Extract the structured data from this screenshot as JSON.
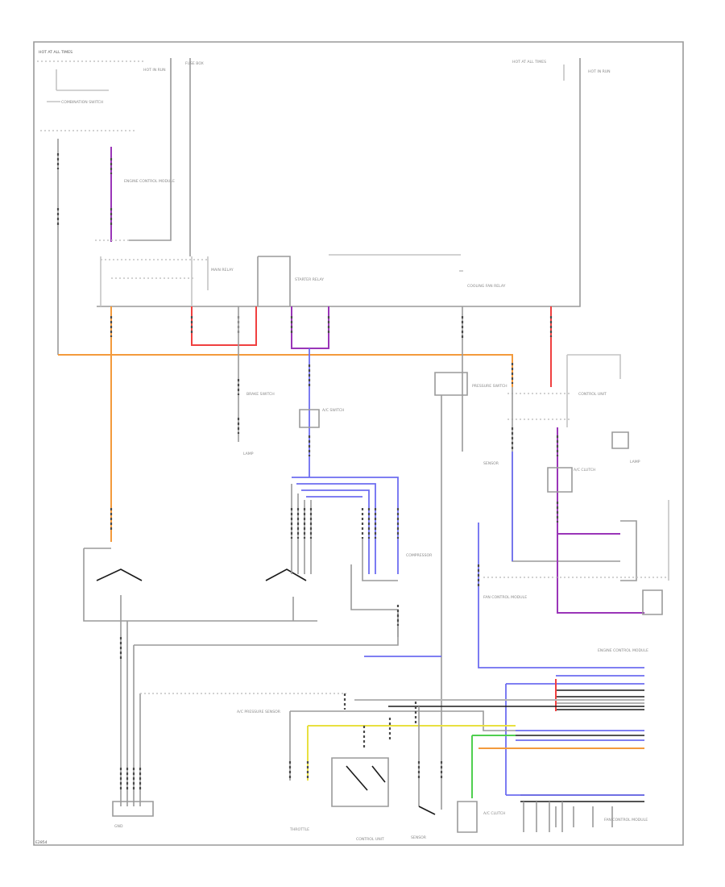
{
  "figure_code": "E2854",
  "labels": {
    "hot_header": "HOT AT ALL TIMES",
    "hot_run_left": "HOT IN RUN",
    "hot_run_right": "HOT AT ALL TIMES",
    "fuse_box": "FUSE BOX",
    "combination_switch": "COMBINATION SWITCH",
    "ecm_left": "ENGINE CONTROL MODULE",
    "main_relay": "MAIN RELAY",
    "starter_relay": "STARTER RELAY",
    "cooling_fan_relay": "COOLING FAN RELAY",
    "brake_switch": "BRAKE SWITCH",
    "lamp_left": "LAMP",
    "lamp_right": "LAMP",
    "ac_switch": "A/C SWITCH",
    "pressure_switch": "PRESSURE SWITCH",
    "control_unit": "CONTROL UNIT",
    "ac_clutch": "A/C CLUTCH",
    "sensor": "SENSOR",
    "compressor": "COMPRESSOR",
    "ac_pressure": "A/C PRESSURE SENSOR",
    "ecm_right": "ENGINE CONTROL MODULE",
    "throttle": "THROTTLE",
    "fan_control": "FAN CONTROL MODULE",
    "ground": "GND"
  }
}
